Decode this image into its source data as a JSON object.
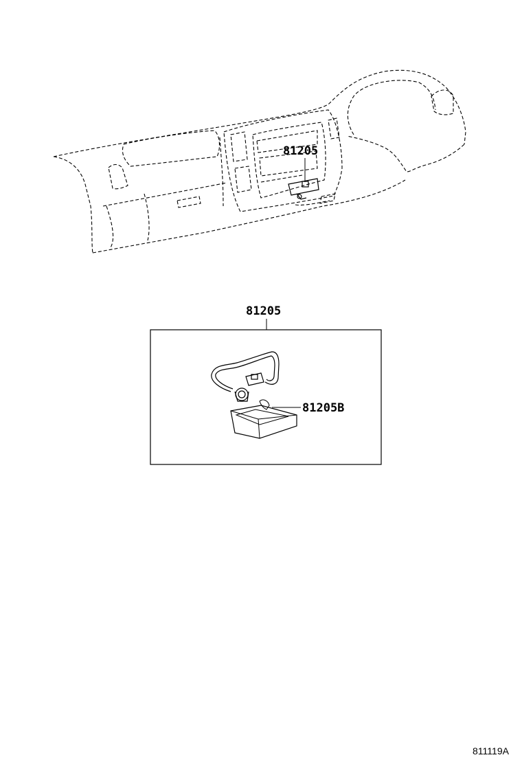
{
  "callouts": {
    "dash_part": "81205",
    "detail_part": "81205",
    "sub_part": "81205B"
  },
  "figure_code": "811119A"
}
